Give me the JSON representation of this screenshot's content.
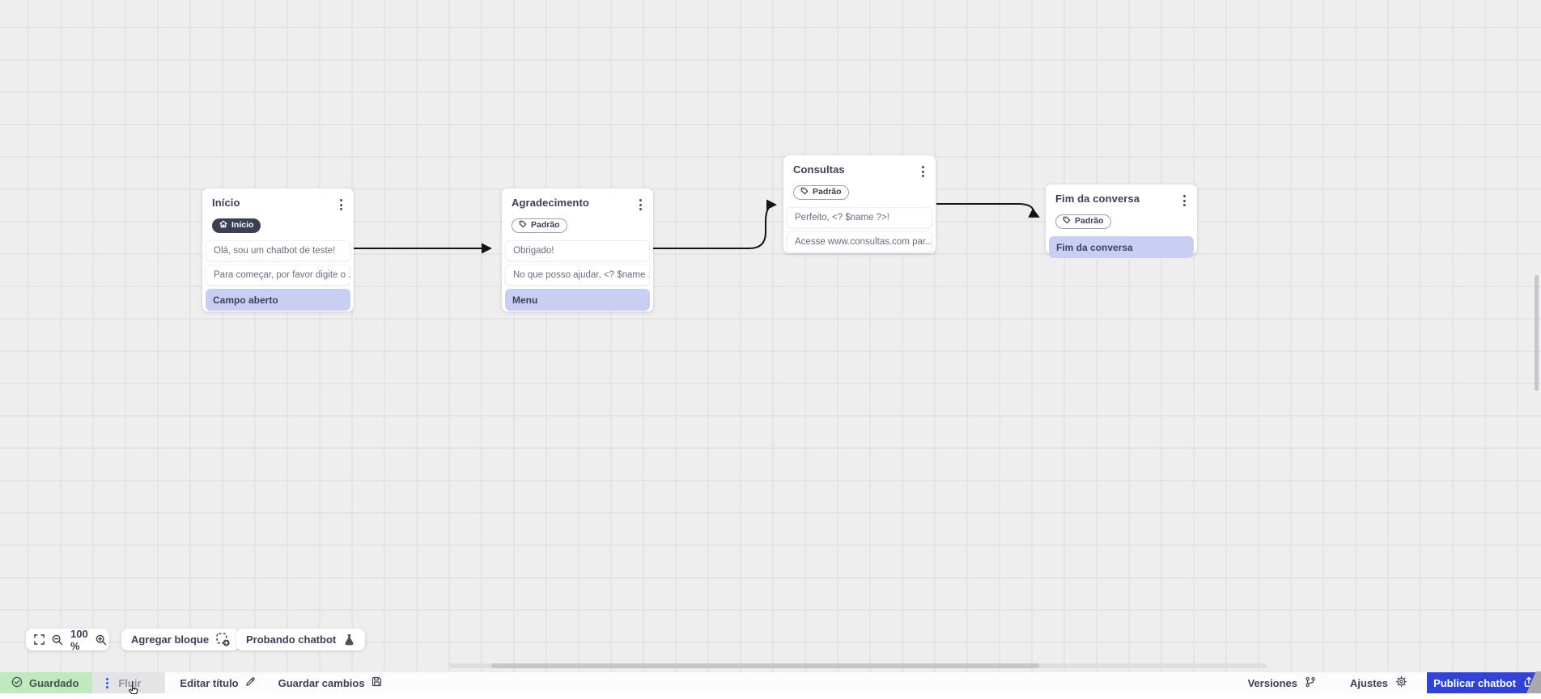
{
  "nodes": [
    {
      "title": "Início",
      "badge": {
        "label": "Início",
        "style": "dark",
        "icon": "home"
      },
      "messages": [
        "Olá, sou um chatbot de teste!",
        "Para começar, por favor digite o ..."
      ],
      "output": "Campo aberto"
    },
    {
      "title": "Agradecimento",
      "badge": {
        "label": "Padrão",
        "style": "outline",
        "icon": "tag"
      },
      "messages": [
        "Obrigado!",
        "No que posso ajudar, <? $name ..."
      ],
      "output": "Menu"
    },
    {
      "title": "Consultas",
      "badge": {
        "label": "Padrão",
        "style": "outline",
        "icon": "tag"
      },
      "messages": [
        "Perfeito, <? $name ?>!",
        "Acesse www.consultas.com par..."
      ]
    },
    {
      "title": "Fim da conversa",
      "badge": {
        "label": "Padrão",
        "style": "outline",
        "icon": "tag"
      },
      "output": "Fim da conversa"
    }
  ],
  "toolbar": {
    "zoom_level": "100 %",
    "add_block": "Agregar bloque",
    "test_chatbot": "Probando chatbot"
  },
  "statusbar": {
    "saved": "Guardado",
    "flow_tab": "Fluir",
    "edit_title": "Editar título",
    "save_changes": "Guardar cambios",
    "versions": "Versiones",
    "settings": "Ajustes",
    "publish": "Publicar chatbot"
  },
  "colors": {
    "accent_blue": "#3243d3",
    "saved_green": "#bfe9bf",
    "highlight_row": "#c9cef3",
    "badge_dark": "#3a3f52",
    "arrow": "#141414"
  }
}
